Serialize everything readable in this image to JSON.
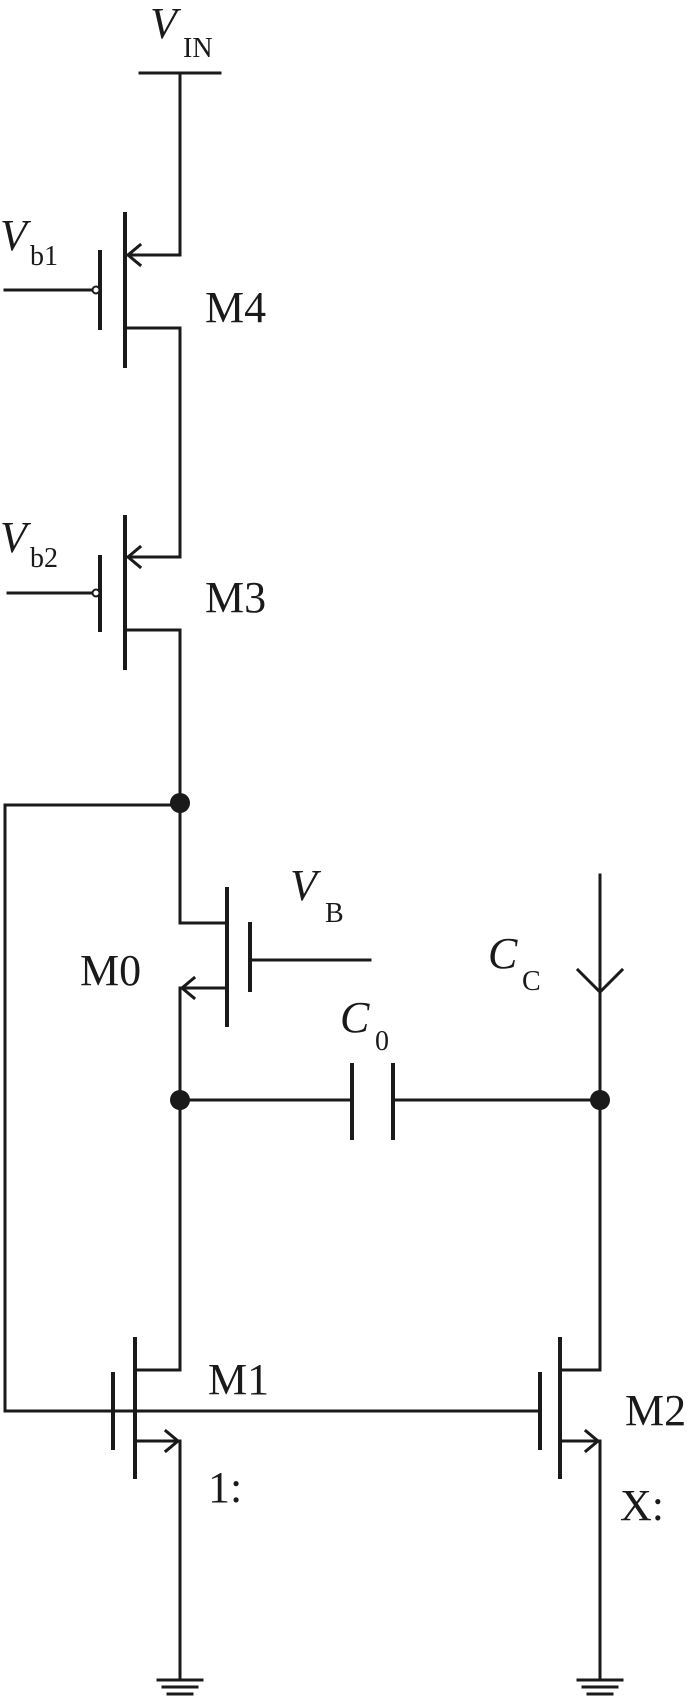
{
  "labels": {
    "vin": {
      "main": "V",
      "sub": "IN"
    },
    "vb1": {
      "main": "V",
      "sub": "b1"
    },
    "vb2": {
      "main": "V",
      "sub": "b2"
    },
    "vb": {
      "main": "V",
      "sub": "B"
    },
    "cc": {
      "main": "C",
      "sub": "C"
    },
    "c0": {
      "main": "C",
      "sub": "0"
    },
    "m0": "M0",
    "m1": "M1",
    "m2": "M2",
    "m3": "M3",
    "m4": "M4",
    "ratio1": "1:",
    "ratioX": "X:"
  }
}
